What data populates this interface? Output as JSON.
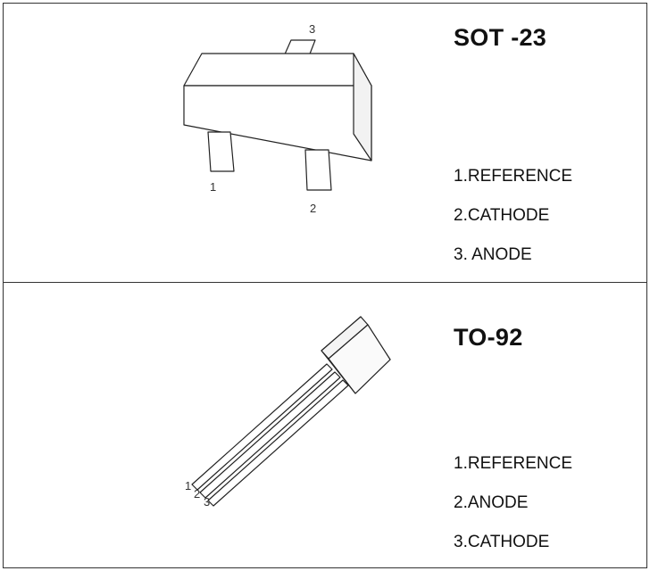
{
  "sections": [
    {
      "package": "SOT -23",
      "pin_numbers": [
        "1",
        "2",
        "3"
      ],
      "pins": [
        "1.REFERENCE",
        "2.CATHODE",
        "3. ANODE"
      ]
    },
    {
      "package": "TO-92",
      "pin_numbers": [
        "1",
        "2",
        "3"
      ],
      "pins": [
        "1.REFERENCE",
        "2.ANODE",
        "3.CATHODE"
      ]
    }
  ]
}
